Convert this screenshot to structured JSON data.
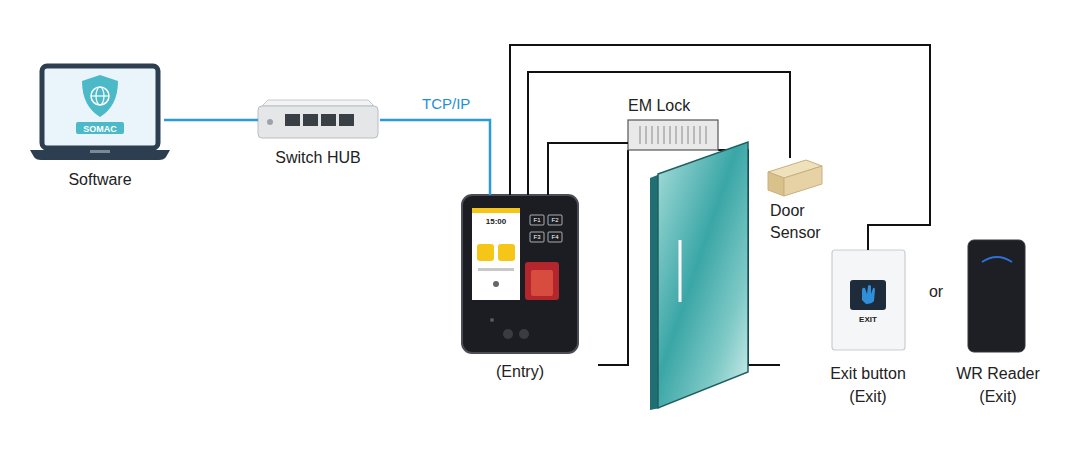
{
  "diagram": {
    "nodes": [
      {
        "text": [
          "SOMAC",
          "Software"
        ]
      },
      {
        "text": [
          "Switch HUB"
        ]
      },
      {
        "text": [
          "(Entry)"
        ]
      },
      {
        "text": [
          "EM Lock"
        ]
      },
      {
        "text": [
          "Door Sensor"
        ]
      },
      {
        "text": [
          "EXIT",
          "Exit button (Exit)"
        ]
      },
      {
        "text": [
          "WR Reader (Exit)"
        ]
      }
    ],
    "edges": [
      {
        "from": 0,
        "to": 1,
        "arrow": "none"
      },
      {
        "from": 1,
        "to": 2,
        "label": "TCP/IP",
        "arrow": "none"
      },
      {
        "from": 2,
        "to": 3,
        "arrow": "none"
      },
      {
        "from": 2,
        "to": 4,
        "arrow": "none"
      },
      {
        "from": 2,
        "to": 5,
        "arrow": "none"
      }
    ],
    "labels": [
      "or",
      "15:00",
      "F1",
      "F2",
      "F3",
      "F4"
    ]
  }
}
